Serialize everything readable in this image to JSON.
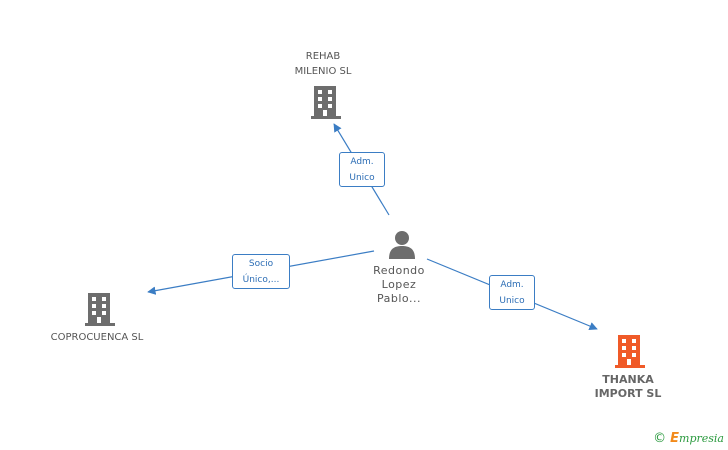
{
  "nodes": {
    "rehab": {
      "name_line1": "REHAB",
      "name_line2": "MILENIO SL"
    },
    "coprocuenca": {
      "name": "COPROCUENCA SL"
    },
    "thanka": {
      "name_line1": "THANKA",
      "name_line2": "IMPORT SL"
    },
    "person": {
      "line1": "Redondo",
      "line2": "Lopez",
      "line3": "Pablo..."
    }
  },
  "relations": {
    "to_rehab": {
      "line1": "Adm.",
      "line2": "Unico"
    },
    "to_coprocuenca": {
      "line1": "Socio",
      "line2": "Único,..."
    },
    "to_thanka": {
      "line1": "Adm.",
      "line2": "Unico"
    }
  },
  "brand": {
    "copyright": "©",
    "e": "E",
    "rest": "mpresia"
  },
  "colors": {
    "edge": "#3b7dc4",
    "building_gray": "#6d6d6d",
    "building_focus": "#f05a28",
    "person": "#6d6d6d"
  }
}
